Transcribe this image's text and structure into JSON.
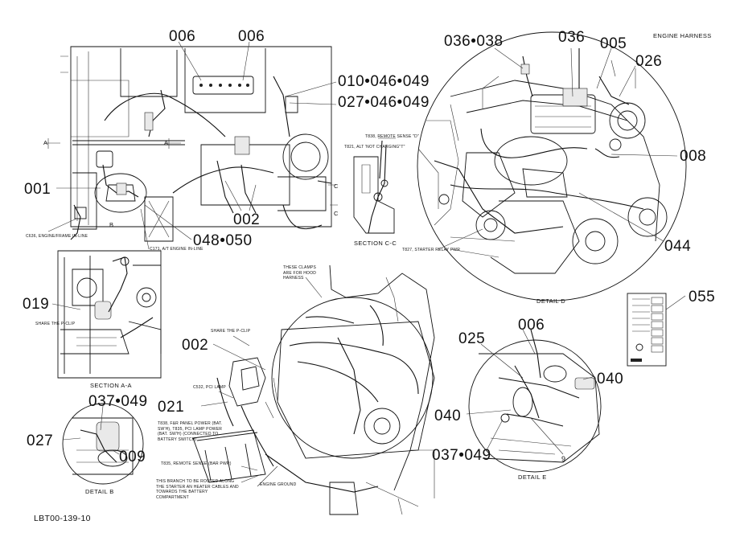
{
  "title": "ENGINE HARNESS",
  "doc_id": "LBT00-139-10",
  "callouts": {
    "c006a": "006",
    "c006b": "006",
    "c010": "010•046•049",
    "c027a": "027•046•049",
    "c001": "001",
    "c002a": "002",
    "c048": "048•050",
    "c036a": "036•038",
    "c036b": "036",
    "c005": "005",
    "c026": "026",
    "c008": "008",
    "c044": "044",
    "c019": "019",
    "c055": "055",
    "c002b": "002",
    "c021": "021",
    "c037a": "037•049",
    "c027b": "027",
    "c009": "009",
    "c025": "025",
    "c006c": "006",
    "c040a": "040",
    "c040b": "040",
    "c037b": "037•049",
    "c9": "9"
  },
  "notes": {
    "n_engine_frame": "C636, ENGINE/FRAME IN-LINE",
    "n_c171": "C171, A/T ENGINE IN-LINE",
    "n_t838": "T838, REMOTE SENSE \"D\"",
    "n_t821": "T821, ALT 'NOT CHARGING\"T\"",
    "n_t827": "T827, STARTER RELAY PWR",
    "n_share_a": "SHARE THE P-CLIP",
    "n_share_b": "SHARE THE P-CLIP",
    "n_clamps": "THESE CLAMPS ARE FOR HOOD HARNESS",
    "n_c532": "C532, PCI LAMP",
    "n_t838b": "T838, F&R PANEL POWER (BAT. SW'H), T835, PCI LAMP POWER (BAT. SW'H) (CONNECTED TO BATTERY SWITCH)",
    "n_t835": "T835, REMOTE SENSE (BAR PWR)",
    "n_branch": "THIS BRANCH TO BE ROUTED ALONG THE STARTER AN HEATER CABLES AND TOWARDS THE BATTERY COMPARTMENT",
    "n_ground": "ENGINE GROUND"
  },
  "captions": {
    "section_cc": "SECTION C-C",
    "detail_d": "DETAIL  D",
    "section_aa": "SECTION A-A",
    "detail_b": "DETAIL  B",
    "detail_e": "DETAIL  E"
  },
  "markers": {
    "a_left": "A",
    "a_right": "A",
    "b_mark": "B",
    "c_top": "C",
    "c_bot": "C"
  }
}
